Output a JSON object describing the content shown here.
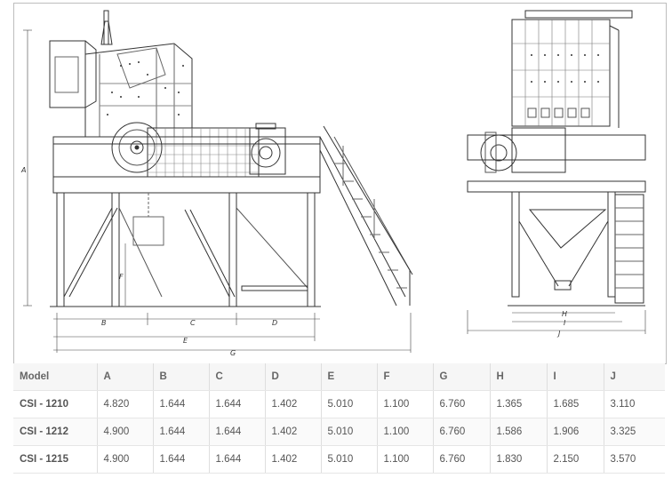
{
  "drawing": {
    "dimension_labels": [
      "A",
      "B",
      "C",
      "D",
      "E",
      "F",
      "G",
      "H",
      "I",
      "J"
    ]
  },
  "table": {
    "columns": [
      "Model",
      "A",
      "B",
      "C",
      "D",
      "E",
      "F",
      "G",
      "H",
      "I",
      "J"
    ],
    "rows": [
      [
        "CSI - 1210",
        "4.820",
        "1.644",
        "1.644",
        "1.402",
        "5.010",
        "1.100",
        "6.760",
        "1.365",
        "1.685",
        "3.110"
      ],
      [
        "CSI - 1212",
        "4.900",
        "1.644",
        "1.644",
        "1.402",
        "5.010",
        "1.100",
        "6.760",
        "1.586",
        "1.906",
        "3.325"
      ],
      [
        "CSI - 1215",
        "4.900",
        "1.644",
        "1.644",
        "1.402",
        "5.010",
        "1.100",
        "6.760",
        "1.830",
        "2.150",
        "3.570"
      ]
    ]
  }
}
